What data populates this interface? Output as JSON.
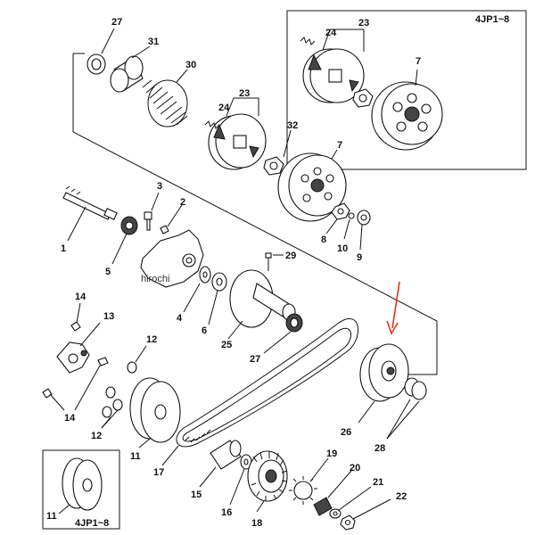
{
  "labels": {
    "n1": "1",
    "n2": "2",
    "n3": "3",
    "n4": "4",
    "n5": "5",
    "n6": "6",
    "n7": "7",
    "n7b": "7",
    "n8": "8",
    "n9": "9",
    "n10": "10",
    "n11": "11",
    "n11b": "11",
    "n12": "12",
    "n12b": "12",
    "n13": "13",
    "n14": "14",
    "n14b": "14",
    "n15": "15",
    "n16": "16",
    "n17": "17",
    "n18": "18",
    "n19": "19",
    "n20": "20",
    "n21": "21",
    "n22": "22",
    "n23": "23",
    "n23b": "23",
    "n24": "24",
    "n24b": "24",
    "n25": "25",
    "n26": "26",
    "n27": "27",
    "n27b": "27",
    "n28": "28",
    "n29": "29",
    "n30": "30",
    "n31": "31",
    "n32": "32"
  },
  "inset_top": {
    "title": "4JP1~8"
  },
  "inset_bottom": {
    "title": "4JP1~8"
  },
  "watermark": "hirochi",
  "colors": {
    "arrow": "#d9381e",
    "line": "#111111"
  }
}
